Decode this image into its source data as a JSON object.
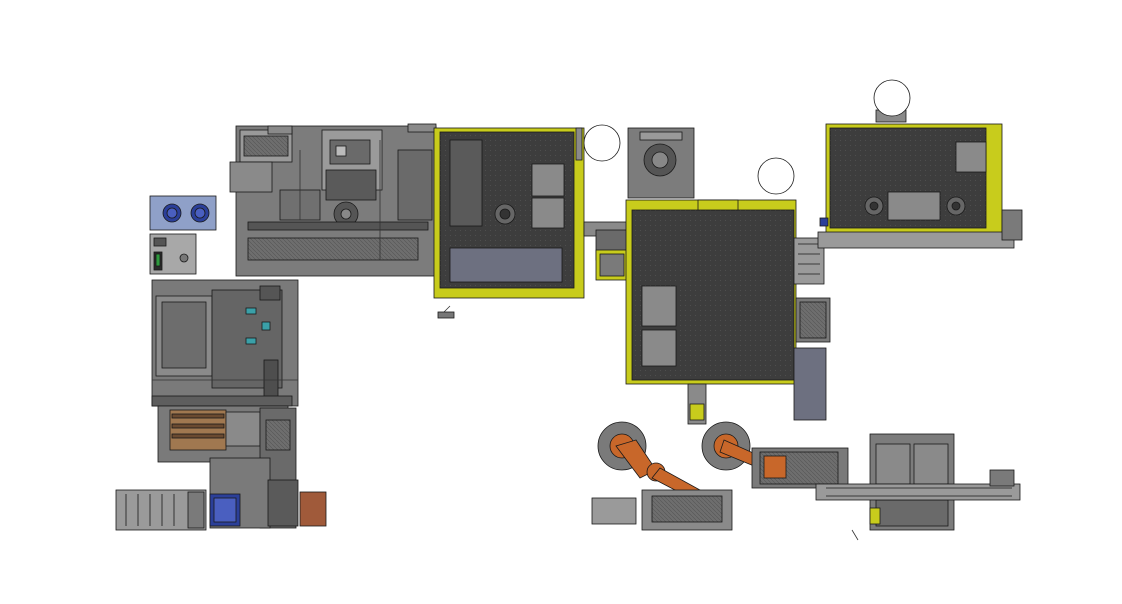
{
  "drawing": {
    "kind": "production line layout, top view",
    "text_labels": []
  },
  "palette": {
    "machine_grey": "#7c7c7c",
    "machine_dark": "#474747",
    "cabin_floor": "#3d3d3d",
    "panel_grey": "#9a9a9a",
    "guard_yellow": "#c8cc1c",
    "robot_orange": "#c8672a",
    "motor_blue": "#2b3f99",
    "cabinet_blue": "#8fa0c8",
    "outline": "#1a1a1a",
    "background": "#ffffff"
  },
  "stations": [
    {
      "id": "feeder-control-box",
      "icon": "control-panel-icon"
    },
    {
      "id": "operator-panel",
      "icon": "panel-icon"
    },
    {
      "id": "press-module",
      "icon": "press-icon"
    },
    {
      "id": "upper-assembly-unit",
      "icon": "machine-icon"
    },
    {
      "id": "cabin-1",
      "icon": "enclosure-icon"
    },
    {
      "id": "cabin-2",
      "icon": "enclosure-icon"
    },
    {
      "id": "cabin-3",
      "icon": "enclosure-icon"
    },
    {
      "id": "robot-cell-1",
      "icon": "robot-arm-icon"
    },
    {
      "id": "robot-cell-2",
      "icon": "robot-arm-icon"
    },
    {
      "id": "output-station",
      "icon": "machine-icon"
    },
    {
      "id": "motor-drive",
      "icon": "motor-icon"
    }
  ]
}
